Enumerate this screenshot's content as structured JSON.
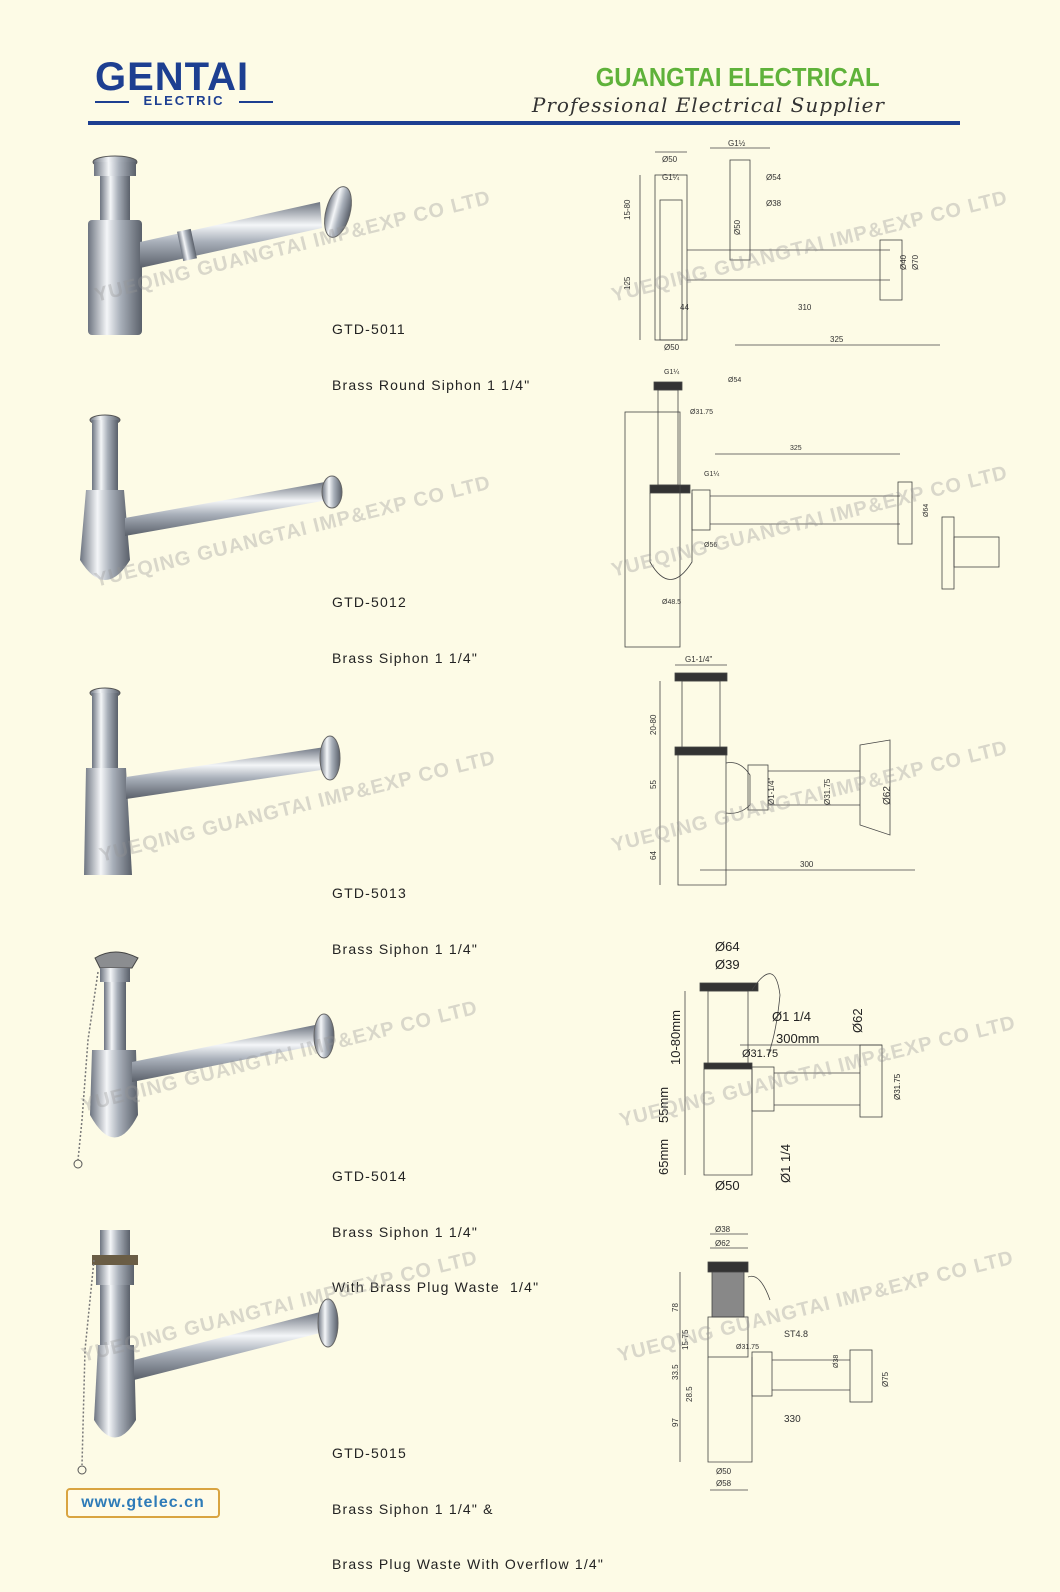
{
  "header": {
    "logo_main": "GENTAI",
    "logo_sub": "ELECTRIC",
    "brand_title": "GUANGTAI ELECTRICAL",
    "brand_tagline": "Professional Electrical Supplier"
  },
  "watermark": "YUEQING GUANGTAI IMP&EXP CO LTD",
  "products": [
    {
      "code": "GTD-5011",
      "lines": [
        "Brass Round Siphon 1 1/4\""
      ],
      "dims": [
        "Ø50",
        "G1¼",
        "G1½",
        "Ø54",
        "Ø38",
        "15-80",
        "125",
        "Ø50",
        "44",
        "310",
        "325",
        "Ø40",
        "Ø70",
        "Ø50"
      ]
    },
    {
      "code": "GTD-5012",
      "lines": [
        "Brass Siphon 1 1/4\""
      ],
      "dims": [
        "G1¼",
        "Ø54",
        "Ø31.75",
        "325",
        "G1¼",
        "Ø64",
        "Ø56",
        "Ø48.5"
      ]
    },
    {
      "code": "GTD-5013",
      "lines": [
        "Brass Siphon 1 1/4\""
      ],
      "dims": [
        "G1-1/4\"",
        "20-80",
        "55",
        "64",
        "300",
        "Ø1-1/4\"",
        "Ø31.75",
        "Ø62"
      ]
    },
    {
      "code": "GTD-5014",
      "lines": [
        "Brass Siphon 1 1/4\"",
        "With Brass Plug Waste  1/4\""
      ],
      "dims": [
        "Ø64",
        "Ø39",
        "Ø1 1/4",
        "Ø62",
        "300mm",
        "Ø31.75",
        "10-80mm",
        "55mm",
        "65mm",
        "Ø1 1/4",
        "Ø50",
        "Ø31.75"
      ]
    },
    {
      "code": "GTD-5015",
      "lines": [
        "Brass Siphon 1 1/4\" &",
        "Brass Plug Waste With Overflow 1/4\""
      ],
      "dims": [
        "Ø38",
        "Ø62",
        "78",
        "ST4.8",
        "Ø31.75",
        "Ø38",
        "33.5",
        "15-75",
        "28.5",
        "97",
        "330",
        "Ø75",
        "Ø50",
        "Ø58"
      ]
    }
  ],
  "footer": {
    "url": "www.gtelec.cn"
  },
  "colors": {
    "navy": "#1d3f91",
    "green": "#5fb23a",
    "background": "#fdfbe6"
  }
}
